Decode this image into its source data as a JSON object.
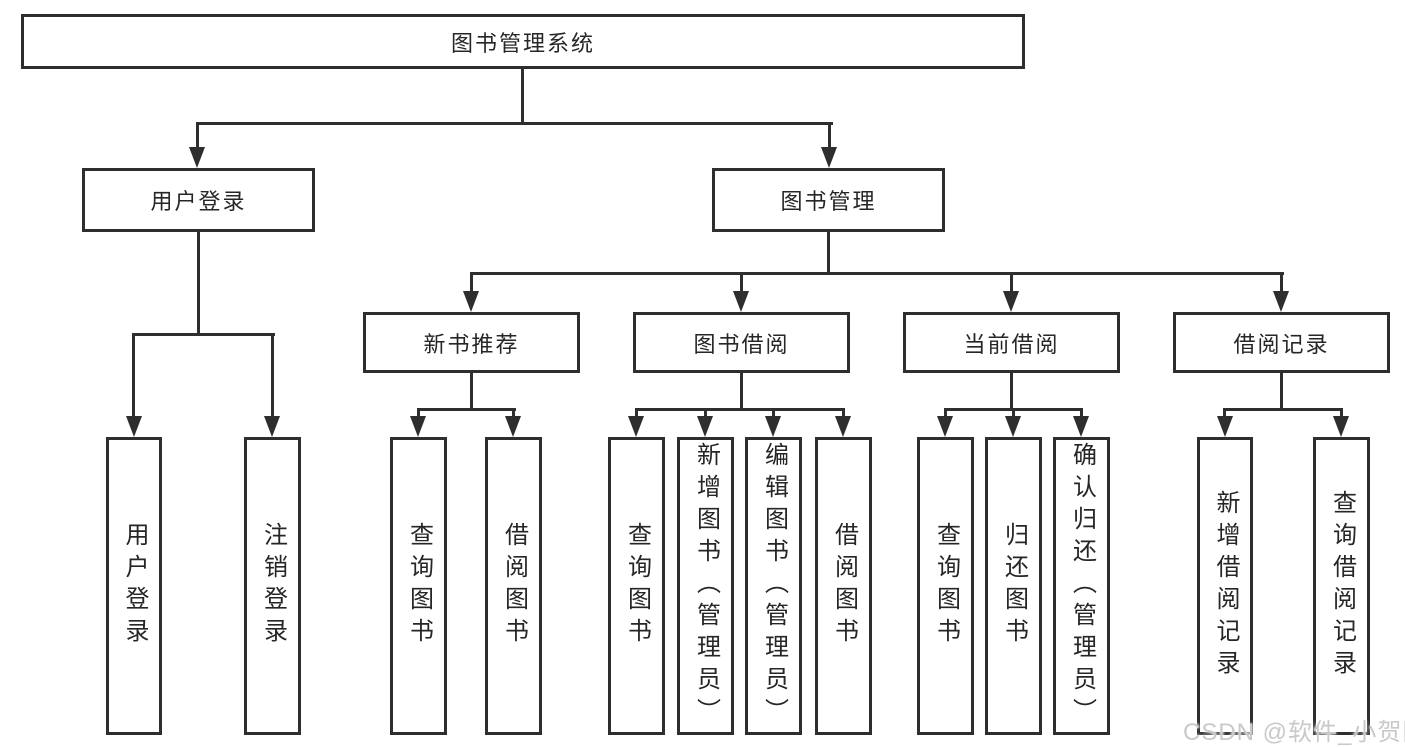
{
  "tree": {
    "root": {
      "label": "图书管理系统"
    },
    "children": [
      {
        "label": "用户登录",
        "children": [
          {
            "label": "用户登录"
          },
          {
            "label": "注销登录"
          }
        ]
      },
      {
        "label": "图书管理",
        "children": [
          {
            "label": "新书推荐",
            "children": [
              {
                "label": "查询图书"
              },
              {
                "label": "借阅图书"
              }
            ]
          },
          {
            "label": "图书借阅",
            "children": [
              {
                "label": "查询图书"
              },
              {
                "label": "新增图书（管理员）"
              },
              {
                "label": "编辑图书（管理员）"
              },
              {
                "label": "借阅图书"
              }
            ]
          },
          {
            "label": "当前借阅",
            "children": [
              {
                "label": "查询图书"
              },
              {
                "label": "归还图书"
              },
              {
                "label": "确认归还（管理员）"
              }
            ]
          },
          {
            "label": "借阅记录",
            "children": [
              {
                "label": "新增借阅记录"
              },
              {
                "label": "查询借阅记录"
              }
            ]
          }
        ]
      }
    ]
  },
  "watermark": {
    "text": "CSDN @软件_小贺同学"
  },
  "colors": {
    "line": "#2e2e2e",
    "text": "#262626",
    "watermark": "#c9c9c9",
    "background": "#ffffff"
  }
}
